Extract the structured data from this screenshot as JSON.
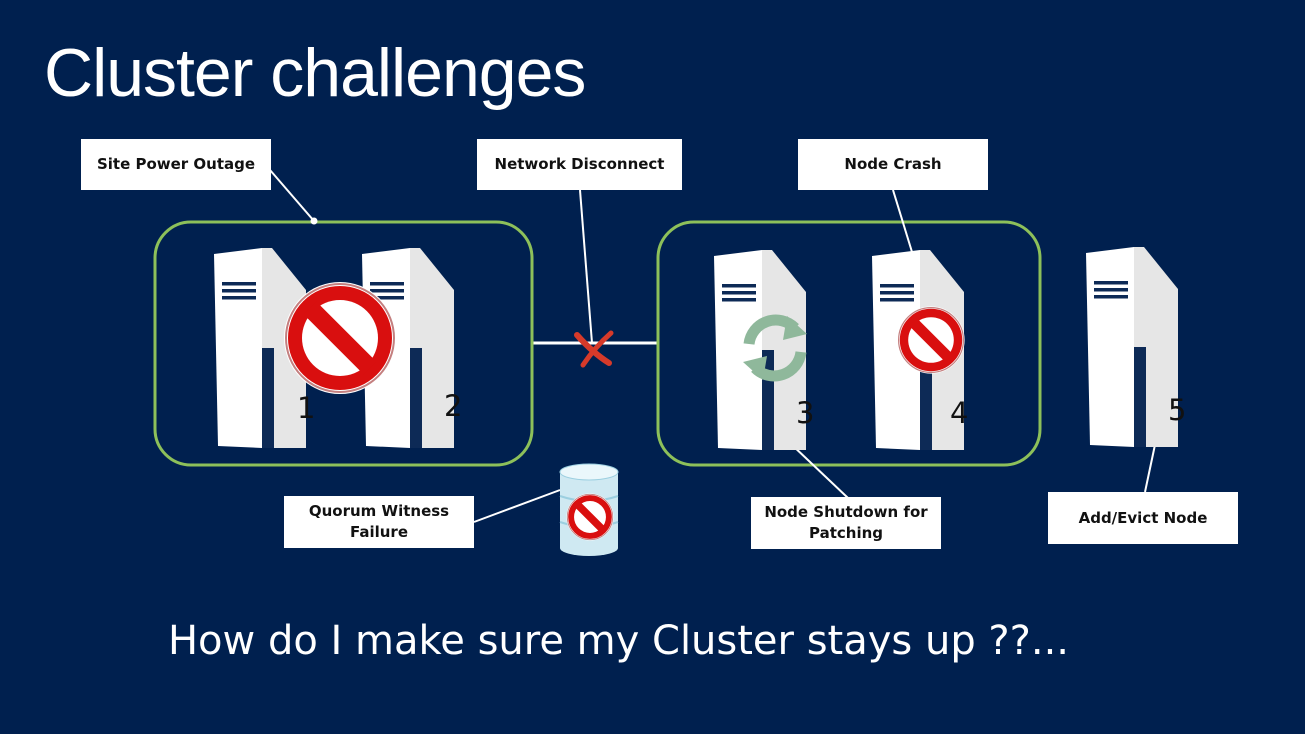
{
  "title": "Cluster challenges",
  "callouts": {
    "site_power": "Site Power Outage",
    "network": "Network Disconnect",
    "node_crash": "Node Crash",
    "quorum": "Quorum Witness Failure",
    "shutdown": "Node Shutdown for Patching",
    "add_evict": "Add/Evict Node"
  },
  "nodes": [
    "1",
    "2",
    "3",
    "4",
    "5"
  ],
  "question": "How do I make sure my Cluster stays up ??...",
  "colors": {
    "background": "#00204f",
    "group_border": "#8dc05a",
    "prohibit_red": "#d90f0f",
    "sync_green": "#8fb89b",
    "disconnect_x": "#d63a2a"
  }
}
